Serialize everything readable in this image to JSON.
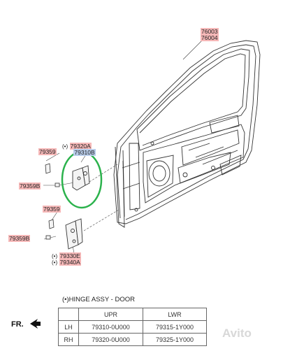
{
  "labels": {
    "door_panel": [
      "76003",
      "76004"
    ],
    "upper_hinge": [
      "79320A",
      "79310B"
    ],
    "bolt_upper": "79359",
    "bolt_upper_b": "79359B",
    "bolt_lower": "79359",
    "bolt_lower_b": "79359B",
    "lower_hinge": [
      "79330E",
      "79340A"
    ],
    "dot_marker": "(•)"
  },
  "hinge_table": {
    "title": "(•)HINGE ASSY - DOOR",
    "headers": [
      "",
      "UPR",
      "LWR"
    ],
    "rows": [
      [
        "LH",
        "79310-0U000",
        "79315-1Y000"
      ],
      [
        "RH",
        "79320-0U000",
        "79325-1Y000"
      ]
    ]
  },
  "fr_label": "FR.",
  "watermark": "Avito",
  "colors": {
    "highlight": "#f6b8b8",
    "highlight_blue": "#b9cdea",
    "circle": "#2bb24c",
    "line": "#333333"
  }
}
